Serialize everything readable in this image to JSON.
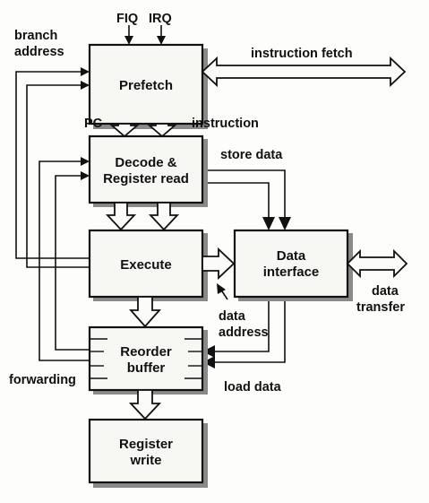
{
  "blocks": {
    "prefetch": "Prefetch",
    "decode_line1": "Decode &",
    "decode_line2": "Register read",
    "execute": "Execute",
    "data_interface_line1": "Data",
    "data_interface_line2": "interface",
    "reorder_line1": "Reorder",
    "reorder_line2": "buffer",
    "register_write_line1": "Register",
    "register_write_line2": "write"
  },
  "labels": {
    "fiq": "FIQ",
    "irq": "IRQ",
    "branch_line1": "branch",
    "branch_line2": "address",
    "instruction_fetch": "instruction fetch",
    "pc": "PC",
    "instruction": "instruction",
    "store_data": "store data",
    "data_address_line1": "data",
    "data_address_line2": "address",
    "data_transfer_line1": "data",
    "data_transfer_line2": "transfer",
    "load_data": "load data",
    "forwarding": "forwarding"
  }
}
